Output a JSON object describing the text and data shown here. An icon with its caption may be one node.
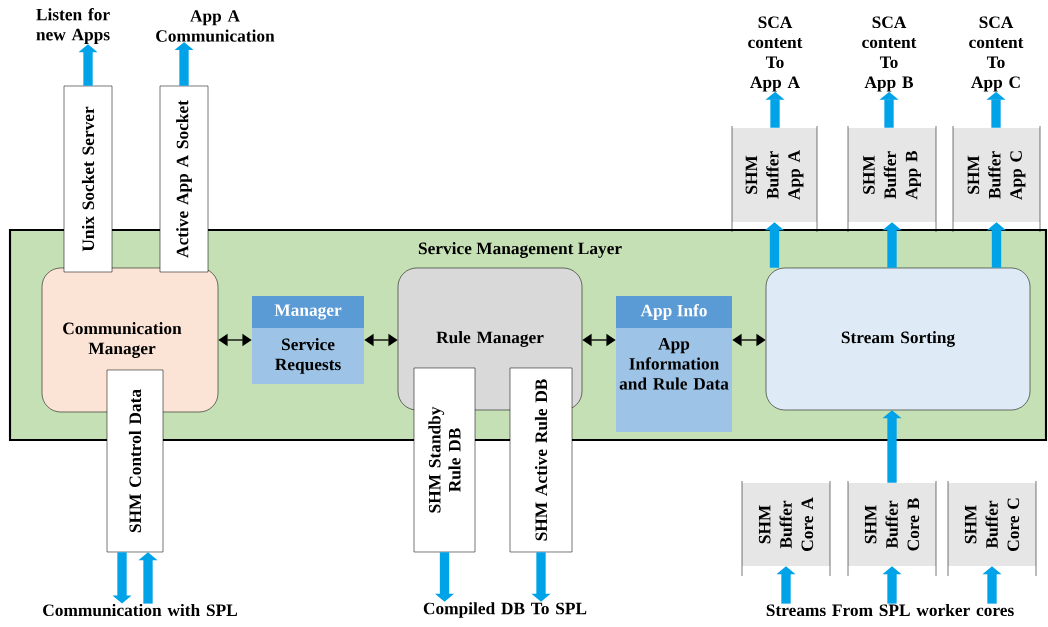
{
  "diagram": {
    "nodes": [
      {
        "text": [
          "Service Management Layer"
        ]
      },
      {
        "text": [
          "Communication Manager"
        ],
        "in": 0
      },
      {
        "text": [
          "Manager",
          "Service Requests"
        ],
        "in": 0
      },
      {
        "text": [
          "Rule Manager"
        ],
        "in": 0
      },
      {
        "text": [
          "App Info",
          "App Information and Rule Data"
        ],
        "in": 0
      },
      {
        "text": [
          "Stream Sorting"
        ],
        "in": 0
      },
      {
        "text": [
          "Unix Socket Server"
        ]
      },
      {
        "text": [
          "Active App A Socket"
        ]
      },
      {
        "text": [
          "SHM Control Data"
        ]
      },
      {
        "text": [
          "SHM Standby Rule DB"
        ]
      },
      {
        "text": [
          "SHM Active Rule DB"
        ]
      },
      {
        "text": [
          "SHM Buffer App A"
        ]
      },
      {
        "text": [
          "SHM Buffer App B"
        ]
      },
      {
        "text": [
          "SHM Buffer App C"
        ]
      },
      {
        "text": [
          "SHM Buffer Core A"
        ]
      },
      {
        "text": [
          "SHM Buffer Core B"
        ]
      },
      {
        "text": [
          "SHM Buffer Core C"
        ]
      },
      {
        "text": [
          "Listen for new Apps"
        ]
      },
      {
        "text": [
          "App A Communication"
        ]
      },
      {
        "text": [
          "Communication with SPL"
        ]
      },
      {
        "text": [
          "Compiled DB To SPL"
        ]
      },
      {
        "text": [
          "SCA content To App A"
        ]
      },
      {
        "text": [
          "SCA content To App B"
        ]
      },
      {
        "text": [
          "SCA content To App C"
        ]
      },
      {
        "text": [
          "Streams From SPL worker cores"
        ]
      }
    ],
    "edges": [
      {
        "from": 1,
        "to": 2,
        "arrow": "both",
        "color": "#000000"
      },
      {
        "from": 2,
        "to": 3,
        "arrow": "both",
        "color": "#000000"
      },
      {
        "from": 3,
        "to": 4,
        "arrow": "both",
        "color": "#000000"
      },
      {
        "from": 4,
        "to": 5,
        "arrow": "both",
        "color": "#000000"
      },
      {
        "from": 6,
        "to": 17,
        "arrow": "to"
      },
      {
        "from": 7,
        "to": 18,
        "arrow": "to"
      },
      {
        "from": 8,
        "to": 19,
        "arrow": "to"
      },
      {
        "from": 19,
        "to": 8,
        "arrow": "to"
      },
      {
        "from": 9,
        "to": 20,
        "arrow": "to"
      },
      {
        "from": 10,
        "to": 20,
        "arrow": "to"
      },
      {
        "from": 5,
        "to": 11,
        "arrow": "to"
      },
      {
        "from": 5,
        "to": 12,
        "arrow": "to"
      },
      {
        "from": 5,
        "to": 13,
        "arrow": "to"
      },
      {
        "from": 11,
        "to": 21,
        "arrow": "to"
      },
      {
        "from": 12,
        "to": 22,
        "arrow": "to"
      },
      {
        "from": 13,
        "to": 23,
        "arrow": "to"
      },
      {
        "from": 24,
        "to": 14,
        "arrow": "to"
      },
      {
        "from": 24,
        "to": 15,
        "arrow": "to"
      },
      {
        "from": 24,
        "to": 16,
        "arrow": "to"
      },
      {
        "from": 15,
        "to": 5,
        "arrow": "to"
      }
    ]
  }
}
